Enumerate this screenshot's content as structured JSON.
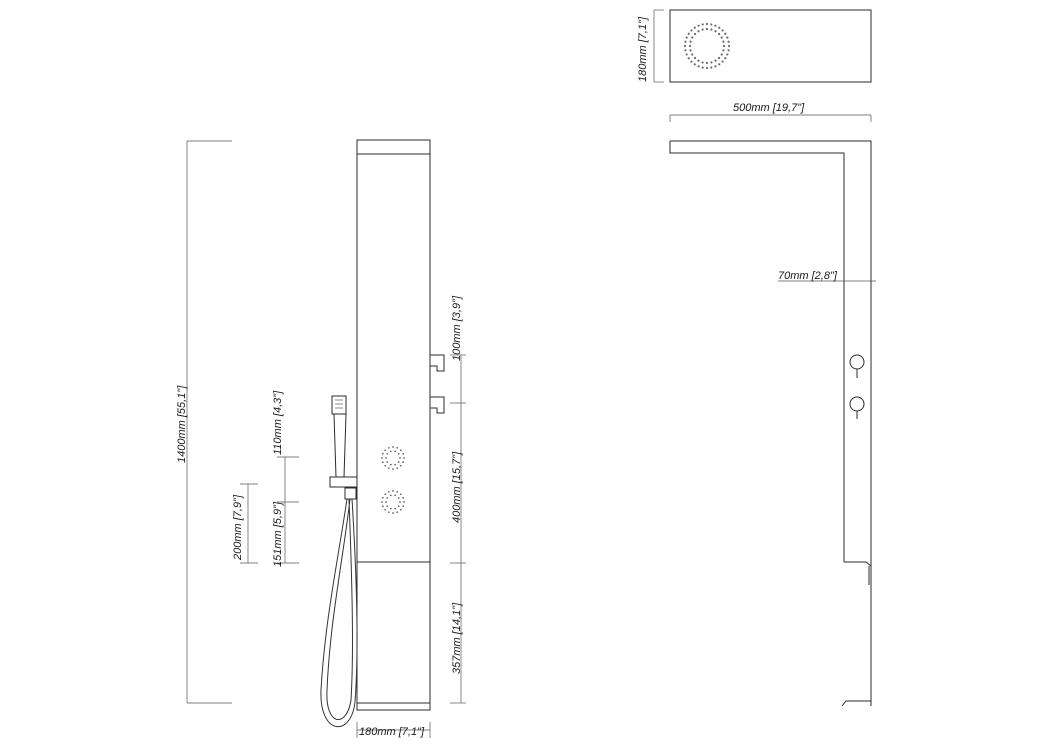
{
  "dimensions": {
    "top_height": "180mm [7,1\"]",
    "top_width": "500mm [19,7\"]",
    "total_height": "1400mm [55,1\"]",
    "side_depth": "70mm [2,8\"]",
    "valve_spacing": "100mm [3,9\"]",
    "upper_section": "400mm [15,7\"]",
    "lower_section": "357mm [14,1\"]",
    "front_width": "180mm [7,1\"]",
    "handshower_offset_a": "110mm [4,3\"]",
    "handshower_offset_b": "151mm [5,9\"]",
    "handshower_offset_c": "200mm [7,9\"]"
  }
}
